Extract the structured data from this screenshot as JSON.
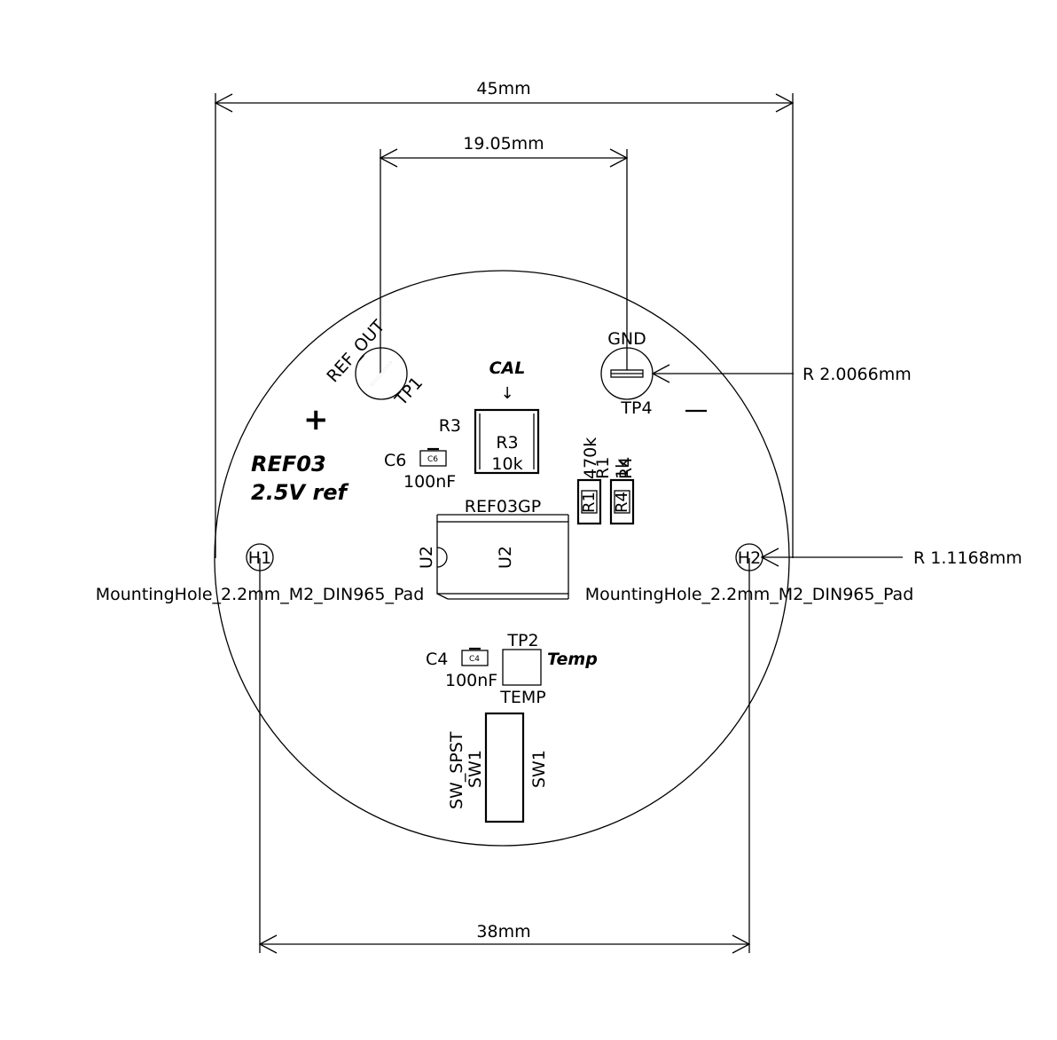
{
  "dimensions": {
    "top_width": "45mm",
    "test_point_spacing": "19.05mm",
    "bottom_width": "38mm",
    "tp_radius": "R 2.0066mm",
    "hole_radius": "R 1.1168mm"
  },
  "silkscreen": {
    "plus": "+",
    "minus": "−",
    "title_line1": "REF03",
    "title_line2": "2.5V ref",
    "cal": "CAL",
    "cal_arrow": "↓",
    "temp": "Temp"
  },
  "components": {
    "tp1": {
      "ref": "TP1",
      "value": "REF_OUT"
    },
    "tp4": {
      "ref": "TP4",
      "value": "GND"
    },
    "tp2": {
      "ref": "TP2",
      "value": "TEMP"
    },
    "r3": {
      "ref": "R3",
      "ref_fab": "R3",
      "value": "10k"
    },
    "c6": {
      "ref": "C6",
      "fab": "C6",
      "value": "100nF"
    },
    "c4": {
      "ref": "C4",
      "fab": "C4",
      "value": "100nF"
    },
    "r1": {
      "ref": "R1",
      "fab": "R1",
      "value": "470k"
    },
    "r4": {
      "ref": "R4",
      "fab": "R4",
      "value": "1k"
    },
    "u2": {
      "ref": "U2",
      "fab": "U2",
      "value": "REF03GP"
    },
    "h1": {
      "ref": "H1",
      "value": "MountingHole_2.2mm_M2_DIN965_Pad"
    },
    "h2": {
      "ref": "H2",
      "value": "MountingHole_2.2mm_M2_DIN965_Pad"
    },
    "sw1": {
      "ref": "SW1",
      "fab": "SW1",
      "value": "SW_SPST"
    }
  }
}
